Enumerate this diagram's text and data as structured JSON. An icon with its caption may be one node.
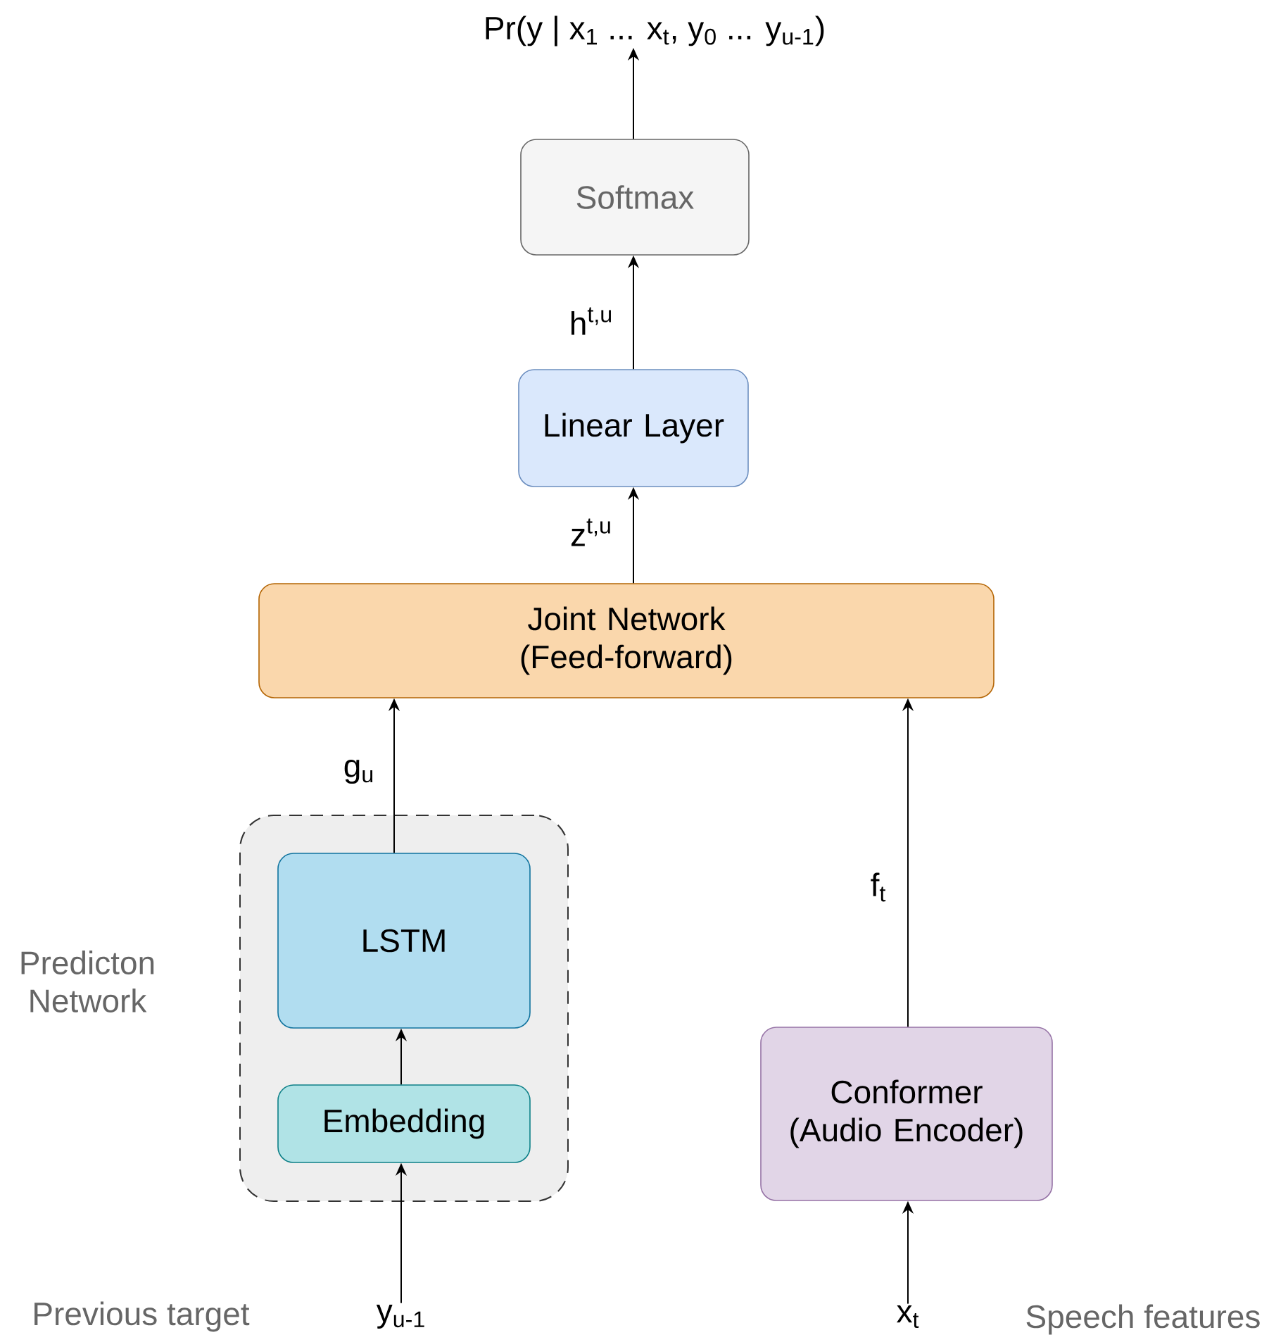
{
  "diagram": {
    "nodes": [
      {
        "text": [
          "Pr(y | x$_{1}$ ... x$_{t}$, y$_{0}$ ... y$_{u-1}$)"
        ]
      },
      {
        "text": [
          "Softmax"
        ]
      },
      {
        "text": [
          "Linear Layer"
        ]
      },
      {
        "text": [
          "Joint Network (Feed-forward)"
        ]
      },
      {
        "text": [
          "Predicton Network"
        ]
      },
      {
        "text": [
          "LSTM"
        ],
        "in": 4
      },
      {
        "text": [
          "Embedding"
        ],
        "in": 4
      },
      {
        "text": [
          "Conformer (Audio Encoder)"
        ]
      },
      {
        "text": [
          "y$_{u-1}$"
        ]
      },
      {
        "text": [
          "x$_{t}$"
        ]
      }
    ],
    "edges": [
      {
        "from": 8,
        "to": 6,
        "arrow": "to"
      },
      {
        "from": 6,
        "to": 5,
        "arrow": "to"
      },
      {
        "from": 5,
        "to": 3,
        "arrow": "to",
        "label": "g$_{u}$"
      },
      {
        "from": 9,
        "to": 7,
        "arrow": "to"
      },
      {
        "from": 7,
        "to": 3,
        "arrow": "to",
        "label": "f$_{t}$"
      },
      {
        "from": 3,
        "to": 2,
        "arrow": "to",
        "label": "z$^{t,u}$"
      },
      {
        "from": 2,
        "to": 1,
        "arrow": "to",
        "label": "h$^{t,u}$"
      },
      {
        "from": 1,
        "to": 0,
        "arrow": "to"
      }
    ],
    "labels": [
      "Previous target",
      "Speech features"
    ]
  }
}
